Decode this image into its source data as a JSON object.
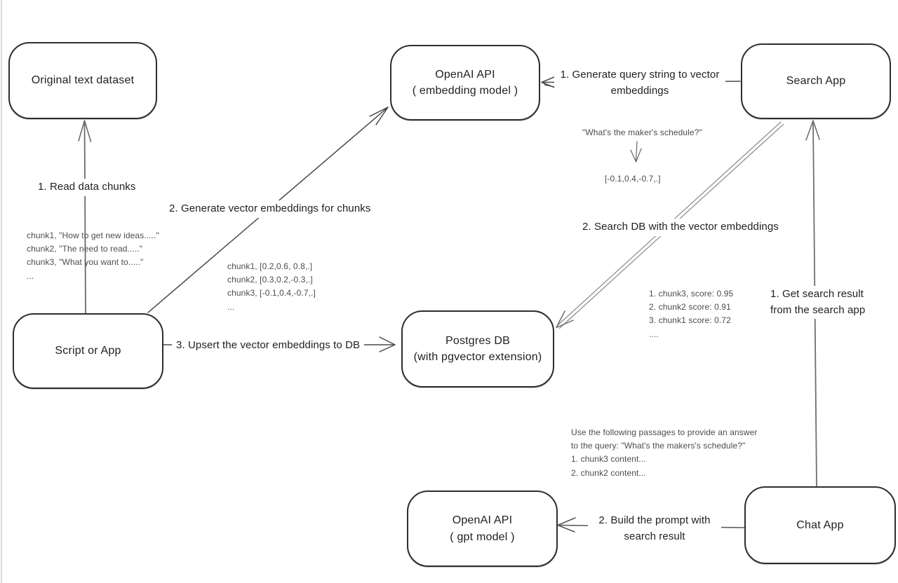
{
  "nodes": {
    "original_dataset": {
      "label": "Original text dataset"
    },
    "openai_embedding": {
      "line1": "OpenAI API",
      "line2": "( embedding model )"
    },
    "search_app": {
      "label": "Search App"
    },
    "script_app": {
      "label": "Script or App"
    },
    "postgres_db": {
      "line1": "Postgres DB",
      "line2": "(with pgvector extension)"
    },
    "openai_gpt": {
      "line1": "OpenAI API",
      "line2": "( gpt model )"
    },
    "chat_app": {
      "label": "Chat App"
    }
  },
  "edges": {
    "read_chunks": {
      "label": "1. Read data chunks"
    },
    "generate_embeddings": {
      "label": "2. Generate vector embeddings for chunks"
    },
    "upsert": {
      "label": "3. Upsert the vector embeddings to DB"
    },
    "query_to_vector": {
      "line1": "1. Generate query string to vector",
      "line2": "embeddings"
    },
    "search_db": {
      "label": "2. Search DB with the vector embeddings"
    },
    "get_search_result": {
      "line1": "1. Get search result",
      "line2": "from the search app"
    },
    "build_prompt": {
      "line1": "2. Build the prompt with",
      "line2": "search result"
    }
  },
  "annotations": {
    "chunk_texts": {
      "lines": [
        "chunk1, \"How to get new ideas.....\"",
        "chunk2, \"The need to read.....\"",
        "chunk3, \"What you want to.....\"",
        "..."
      ]
    },
    "chunk_vectors": {
      "lines": [
        "chunk1, [0.2,0.6, 0.8,.]",
        "chunk2, [0.3,0.2,-0.3,.]",
        "chunk3, [-0.1,0.4,-0.7,.]",
        "..."
      ]
    },
    "query_example": {
      "query": "\"What's the maker's schedule?\"",
      "vector": "[-0.1,0.4,-0.7,.]"
    },
    "search_scores": {
      "lines": [
        "1. chunk3, score: 0.95",
        "2. chunk2 score: 0.91",
        "3. chunk1 score: 0.72",
        "...."
      ]
    },
    "prompt_example": {
      "lines": [
        "Use the following passages to provide an answer",
        "to the query: \"What's the makers's schedule?\"",
        "1. chunk3 content...",
        "2. chunk2 content..."
      ]
    }
  },
  "style": {
    "ink": "#2e2e2e",
    "line_gray": "#6b6b6b",
    "annotation_gray": "#4c4c4c",
    "background": "#ffffff"
  }
}
